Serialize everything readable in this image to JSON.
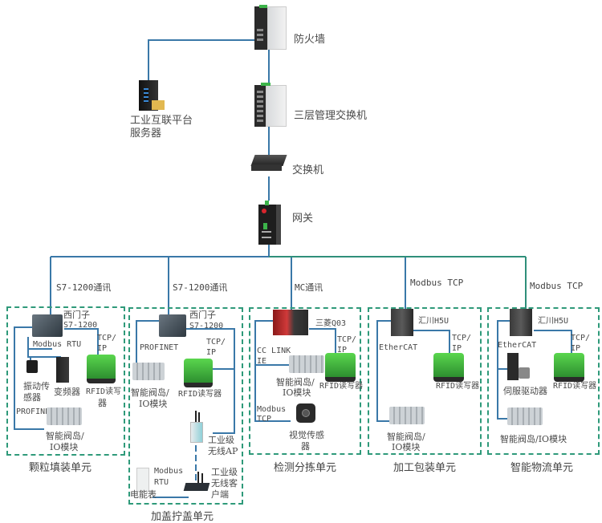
{
  "title": "工业互联网络拓扑",
  "core": {
    "firewall": "防火墙",
    "server": [
      "工业互联平台",
      "服务器"
    ],
    "l3_switch": "三层管理交换机",
    "switch": "交换机",
    "gateway": "网关"
  },
  "protocols": [
    "S7-1200通讯",
    "S7-1200通讯",
    "MC通讯",
    "Modbus TCP",
    "Modbus TCP"
  ],
  "units": [
    {
      "name": "颗粒填装单元",
      "controller": [
        "西门子",
        "S7-1200"
      ],
      "links": {
        "modbus": "Modbus  RTU",
        "tcpip": [
          "TCP/",
          "IP"
        ],
        "profinet": "PROFINET"
      },
      "devices": {
        "vibration": [
          "振动传",
          "感器"
        ],
        "inverter": "变频器",
        "rfid": [
          "RFID读写",
          "器"
        ],
        "valve": [
          "智能阀岛/",
          "IO模块"
        ]
      }
    },
    {
      "name": "加盖拧盖单元",
      "controller": [
        "西门子",
        "S7-1200"
      ],
      "links": {
        "profinet": "PROFINET",
        "tcpip": [
          "TCP/",
          "IP"
        ],
        "modbus": [
          "Modbus",
          "RTU"
        ]
      },
      "devices": {
        "valve": [
          "智能阀岛/",
          "IO模块"
        ],
        "rfid": "RFID读写器",
        "ap": [
          "工业级",
          "无线AP"
        ],
        "meter": "电能表",
        "client": [
          "工业级",
          "无线客",
          "户端"
        ]
      }
    },
    {
      "name": "检测分拣单元",
      "controller": [
        "三菱Q03"
      ],
      "links": {
        "cclink": [
          "CC LINK",
          "IE"
        ],
        "tcpip": [
          "TCP/",
          "IP"
        ],
        "modbus": [
          "Modbus",
          "TCP"
        ]
      },
      "devices": {
        "valve": [
          "智能阀岛/",
          "IO模块"
        ],
        "rfid": "RFID读写器",
        "vision": [
          "视觉传感",
          "器"
        ]
      }
    },
    {
      "name": "加工包装单元",
      "controller": [
        "汇川H5U"
      ],
      "links": {
        "ethercat": "EtherCAT",
        "tcpip": [
          "TCP/",
          "IP"
        ]
      },
      "devices": {
        "rfid": "RFID读写器",
        "valve": [
          "智能阀岛/",
          "IO模块"
        ]
      }
    },
    {
      "name": "智能物流单元",
      "controller": [
        "汇川H5U"
      ],
      "links": {
        "ethercat": "EtherCAT",
        "tcpip": [
          "TCP/",
          "IP"
        ]
      },
      "devices": {
        "rfid": "RFID读写器",
        "servo": "伺服驱动器",
        "valve": "智能阀岛/IO模块"
      }
    }
  ],
  "colors": {
    "line_blue": "#3a78a8",
    "line_teal": "#2f8f7a",
    "box_dash": "#2f9a7a",
    "rfid_green": "#4cc14a"
  }
}
